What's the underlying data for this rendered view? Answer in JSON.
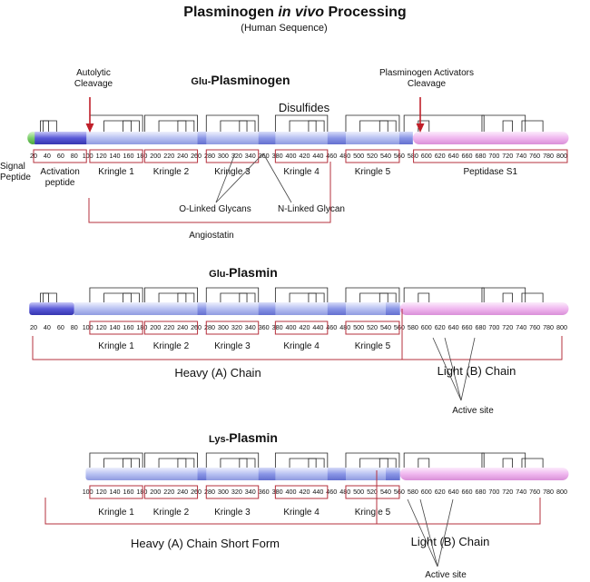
{
  "title": {
    "prefix": "Plasminogen ",
    "italic": "in vivo",
    "suffix": " Processing",
    "subtitle": "(Human Sequence)"
  },
  "colors": {
    "signal": "#7ccf6a",
    "activation": "#5a5ad8",
    "heavy": "#b9c2f2",
    "light": "#f0b8ef",
    "outline": "#b5303c",
    "arrow": "#c0202a"
  },
  "diagrams": [
    {
      "heading_prefix": "Glu-",
      "heading_main": "Plasminogen",
      "start": 19,
      "end": 810,
      "ticks": [
        "20",
        "40",
        "60",
        "80",
        "100",
        "120",
        "140",
        "160",
        "180",
        "200",
        "220",
        "240",
        "260",
        "280",
        "300",
        "320",
        "340",
        "360",
        "380",
        "400",
        "420",
        "440",
        "460",
        "480",
        "500",
        "520",
        "540",
        "560",
        "580",
        "600",
        "620",
        "640",
        "660",
        "680",
        "700",
        "720",
        "740",
        "760",
        "780",
        "800"
      ],
      "domains": [
        {
          "label": "Activation\npeptide",
          "from": 20,
          "to": 98
        },
        {
          "label": "Kringle 1",
          "from": 103,
          "to": 181
        },
        {
          "label": "Kringle 2",
          "from": 184,
          "to": 262
        },
        {
          "label": "Kringle 3",
          "from": 275,
          "to": 352
        },
        {
          "label": "Kringle 4",
          "from": 377,
          "to": 454
        },
        {
          "label": "Kringle 5",
          "from": 481,
          "to": 560
        },
        {
          "label": "Peptidase S1",
          "from": 581,
          "to": 808
        }
      ],
      "labels": {
        "signal": "Signal\nPeptide",
        "autolytic": "Autolytic\nCleavage",
        "activators": "Plasminogen Activators\nCleavage",
        "disulfides": "Disulfides",
        "o_glycans": "O-Linked Glycans",
        "n_glycan": "N-Linked Glycan",
        "angiostatin": "Angiostatin"
      }
    },
    {
      "heading_prefix": "Glu-",
      "heading_main": "Plasmin",
      "start": 19,
      "end": 810,
      "ticks": [
        "20",
        "40",
        "60",
        "80",
        "100",
        "120",
        "140",
        "160",
        "180",
        "200",
        "220",
        "240",
        "260",
        "280",
        "300",
        "320",
        "340",
        "360",
        "380",
        "400",
        "420",
        "440",
        "460",
        "480",
        "500",
        "520",
        "540",
        "560",
        "580",
        "600",
        "620",
        "640",
        "660",
        "680",
        "700",
        "720",
        "740",
        "760",
        "780",
        "800"
      ],
      "domains": [
        {
          "label": "Kringle 1",
          "from": 103,
          "to": 181
        },
        {
          "label": "Kringle 2",
          "from": 184,
          "to": 262
        },
        {
          "label": "Kringle 3",
          "from": 275,
          "to": 352
        },
        {
          "label": "Kringle 4",
          "from": 377,
          "to": 454
        },
        {
          "label": "Kringle 5",
          "from": 481,
          "to": 560
        }
      ],
      "chains": {
        "heavy": "Heavy (A) Chain",
        "light": "Light (B) Chain",
        "active": "Active site"
      }
    },
    {
      "heading_prefix": "Lys-",
      "heading_main": "Plasmin",
      "start": 97,
      "end": 810,
      "ticks": [
        "100",
        "120",
        "140",
        "160",
        "180",
        "200",
        "220",
        "240",
        "260",
        "280",
        "300",
        "320",
        "340",
        "360",
        "380",
        "400",
        "420",
        "440",
        "460",
        "480",
        "500",
        "520",
        "540",
        "560",
        "580",
        "600",
        "620",
        "640",
        "660",
        "680",
        "700",
        "720",
        "740",
        "760",
        "780",
        "800"
      ],
      "domains": [
        {
          "label": "Kringle 1",
          "from": 103,
          "to": 181
        },
        {
          "label": "Kringle 2",
          "from": 184,
          "to": 262
        },
        {
          "label": "Kringle 3",
          "from": 275,
          "to": 352
        },
        {
          "label": "Kringle 4",
          "from": 377,
          "to": 454
        },
        {
          "label": "Kringle 5",
          "from": 481,
          "to": 560
        }
      ],
      "chains": {
        "heavy": "Heavy (A) Chain Short Form",
        "light": "Light (B) Chain",
        "active": "Active site"
      }
    }
  ]
}
